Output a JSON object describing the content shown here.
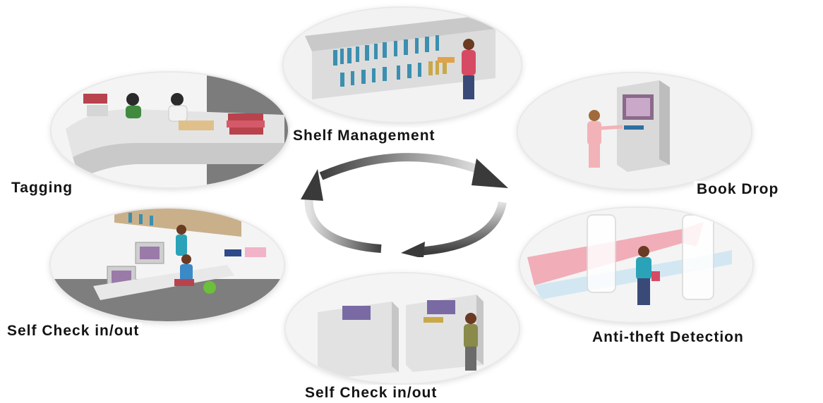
{
  "stages": {
    "shelf_management": {
      "label": "Shelf Management",
      "icon": "bookshelf-scene"
    },
    "book_drop": {
      "label": "Book Drop",
      "icon": "book-drop-kiosk-scene"
    },
    "anti_theft": {
      "label": "Anti-theft Detection",
      "icon": "security-gate-scene"
    },
    "self_check_bottom": {
      "label": "Self Check in/out",
      "icon": "self-check-kiosk-scene"
    },
    "self_check_left": {
      "label": "Self Check in/out",
      "icon": "workstation-scene"
    },
    "tagging": {
      "label": "Tagging",
      "icon": "tagging-desk-scene"
    }
  },
  "center": {
    "icon": "cycle-arrows-icon"
  },
  "colors": {
    "text": "#141414",
    "arrow_dark": "#4a4a4a",
    "arrow_light": "#e0e0e0"
  }
}
